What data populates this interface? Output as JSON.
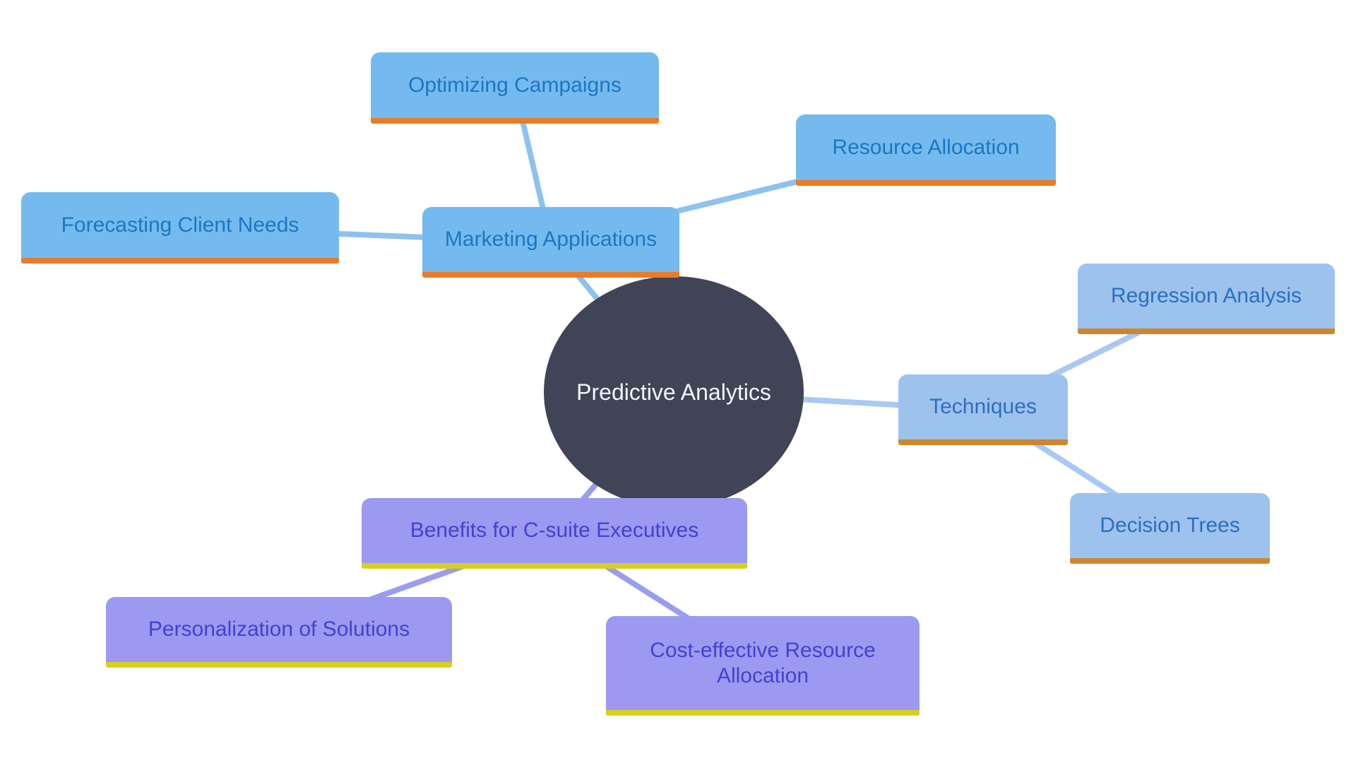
{
  "center": {
    "label": "Predictive Analytics"
  },
  "branches": [
    {
      "label": "Marketing Applications",
      "children": [
        {
          "label": "Optimizing Campaigns"
        },
        {
          "label": "Resource Allocation"
        },
        {
          "label": "Forecasting Client Needs"
        }
      ]
    },
    {
      "label": "Techniques",
      "children": [
        {
          "label": "Regression Analysis"
        },
        {
          "label": "Decision Trees"
        }
      ]
    },
    {
      "label": "Benefits for C-suite Executives",
      "children": [
        {
          "label": "Personalization of Solutions"
        },
        {
          "label": "Cost-effective Resource Allocation"
        }
      ]
    }
  ],
  "colors": {
    "background": "#ffffff",
    "center-fill": "#3f4457",
    "center-text": "#f3f5f9",
    "m-fill": "#75baee",
    "m-underline": "#e87c28",
    "m-text": "#1b77c3",
    "m-line": "#8ec2ee",
    "t-fill": "#9dc2ee",
    "t-underline": "#cd8630",
    "t-text": "#2b6fc0",
    "t-line": "#a8c9f1",
    "p-fill": "#9b9af0",
    "p-underline": "#d7d01e",
    "p-text": "#473fd2",
    "p-line": "#9b9bf0"
  }
}
